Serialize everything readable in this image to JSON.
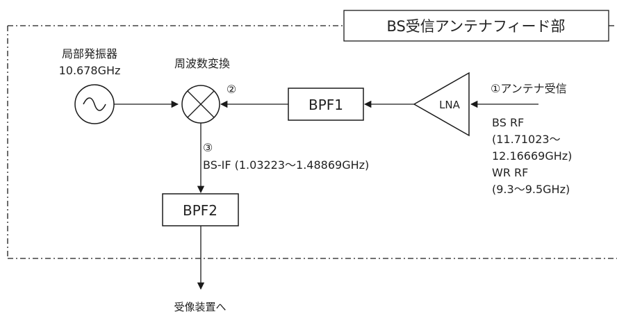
{
  "diagram": {
    "section_title": "BS受信アンテナフィード部",
    "blocks": {
      "local_oscillator_label": "局部発振器",
      "local_oscillator_freq": "10.678GHz",
      "mixer_label": "周波数変換",
      "bpf1": "BPF1",
      "bpf2": "BPF2",
      "lna": "LNA"
    },
    "markers": {
      "m1": "①アンテナ受信",
      "m2": "②",
      "m3": "③"
    },
    "input_signal": {
      "line1": "BS RF",
      "line2": "(11.71023～",
      "line3": "12.16669GHz)",
      "line4": "WR RF",
      "line5": "(9.3～9.5GHz)"
    },
    "if_signal": "BS-IF (1.03223～1.48869GHz)",
    "output": "受像装置へ"
  },
  "colors": {
    "line": "#1a1a1a",
    "frame_dash": "#1a1a1a",
    "text": "#222222",
    "background": "#ffffff"
  }
}
